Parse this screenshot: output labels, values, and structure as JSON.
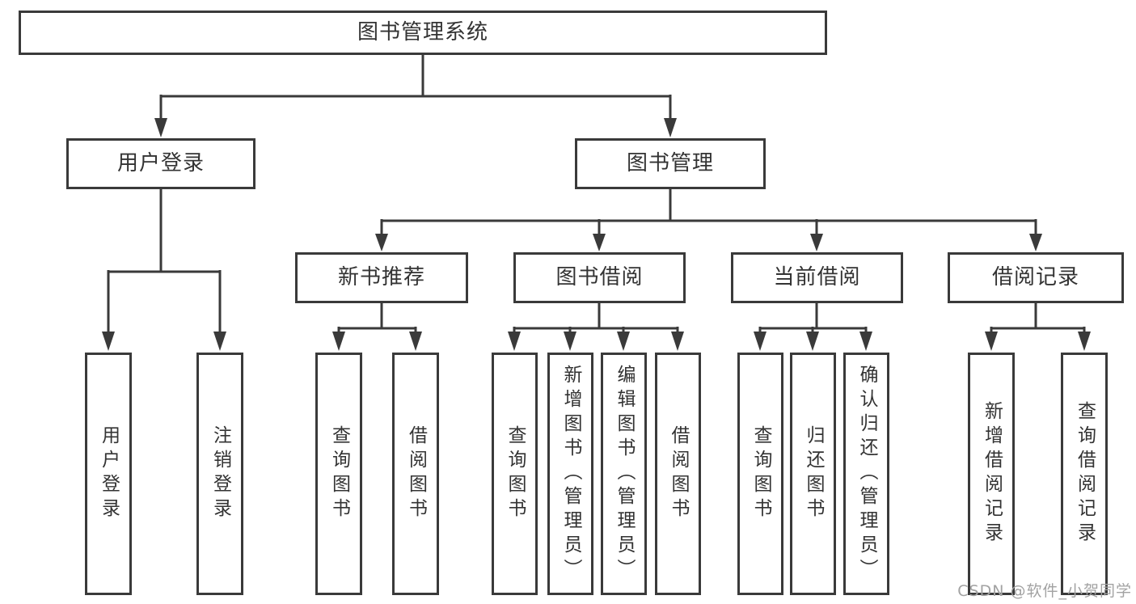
{
  "diagram": {
    "root": {
      "label": "图书管理系统",
      "children": [
        {
          "label": "用户登录",
          "children": [
            {
              "label": "用户登录"
            },
            {
              "label": "注销登录"
            }
          ]
        },
        {
          "label": "图书管理",
          "children": [
            {
              "label": "新书推荐",
              "children": [
                {
                  "label": "查询图书"
                },
                {
                  "label": "借阅图书"
                }
              ]
            },
            {
              "label": "图书借阅",
              "children": [
                {
                  "label": "查询图书"
                },
                {
                  "label": "新增图书（管理员）"
                },
                {
                  "label": "编辑图书（管理员）"
                },
                {
                  "label": "借阅图书"
                }
              ]
            },
            {
              "label": "当前借阅",
              "children": [
                {
                  "label": "查询图书"
                },
                {
                  "label": "归还图书"
                },
                {
                  "label": "确认归还（管理员）"
                }
              ]
            },
            {
              "label": "借阅记录",
              "children": [
                {
                  "label": "新增借阅记录"
                },
                {
                  "label": "查询借阅记录"
                }
              ]
            }
          ]
        }
      ]
    },
    "watermark": "CSDN @软件_小贺同学",
    "colors": {
      "line": "#3a3a3a",
      "text": "#333333",
      "background": "#ffffff",
      "watermark": "#a2a2a2"
    }
  }
}
